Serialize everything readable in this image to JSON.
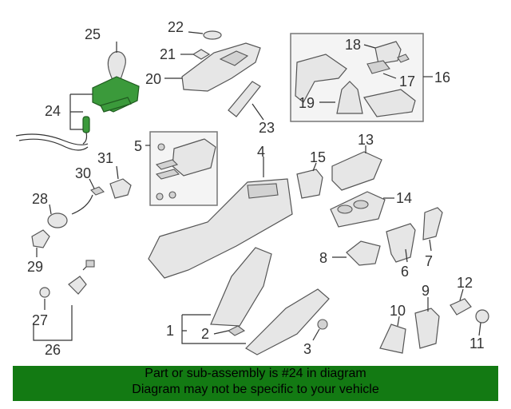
{
  "colors": {
    "highlight": "#3b9a3b",
    "footer_bg": "#137a13"
  },
  "callouts": {
    "c1": "1",
    "c2": "2",
    "c3": "3",
    "c4": "4",
    "c5": "5",
    "c6": "6",
    "c7": "7",
    "c8": "8",
    "c9": "9",
    "c10": "10",
    "c11": "11",
    "c12": "12",
    "c13": "13",
    "c14": "14",
    "c15": "15",
    "c16": "16",
    "c17": "17",
    "c18": "18",
    "c19": "19",
    "c20": "20",
    "c21": "21",
    "c22": "22",
    "c23": "23",
    "c24": "24",
    "c25": "25",
    "c26": "26",
    "c27": "27",
    "c28": "28",
    "c29": "29",
    "c30": "30",
    "c31": "31"
  },
  "footer": {
    "line1": "Part or sub-assembly is #24 in diagram",
    "line2": "Diagram may not be specific to your vehicle"
  }
}
